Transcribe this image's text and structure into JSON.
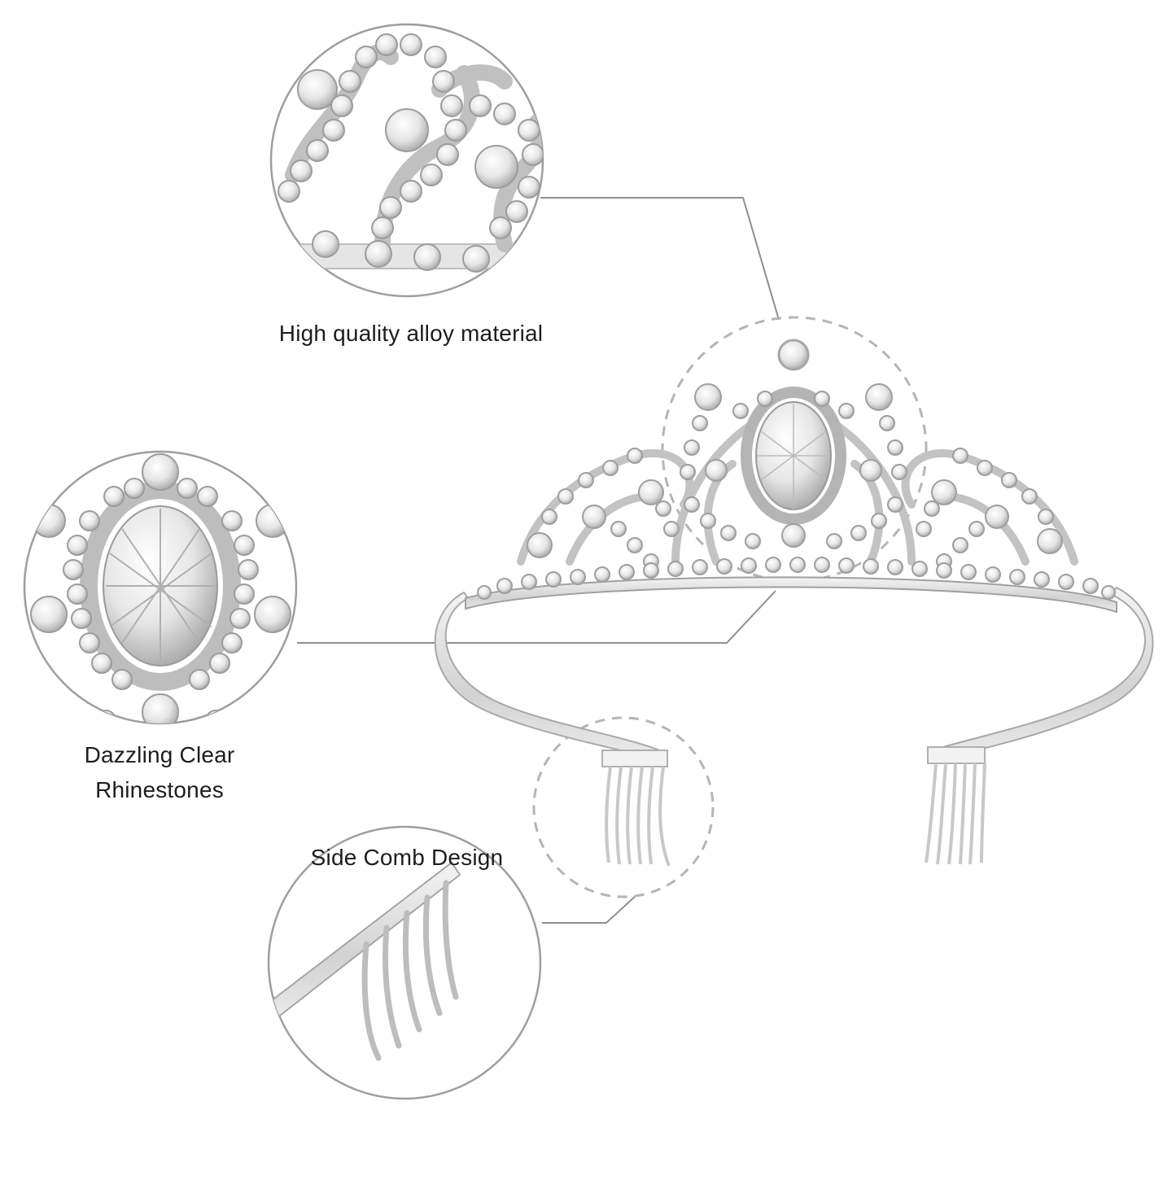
{
  "image": {
    "background_color": "#ffffff",
    "metal_color": "#c9c9c9",
    "line_color": "#8a8a8a",
    "circle_border_color": "#9e9e9e",
    "dashed_circle_color": "#b8b8b8"
  },
  "callouts": [
    {
      "id": "material",
      "text": "High quality alloy material",
      "icon": "crown-top-closeup"
    },
    {
      "id": "rhinestones",
      "lines": [
        "Dazzling Clear",
        "Rhinestones"
      ],
      "icon": "center-gem-closeup"
    },
    {
      "id": "comb",
      "text": "Side Comb Design",
      "icon": "side-comb-closeup"
    }
  ]
}
